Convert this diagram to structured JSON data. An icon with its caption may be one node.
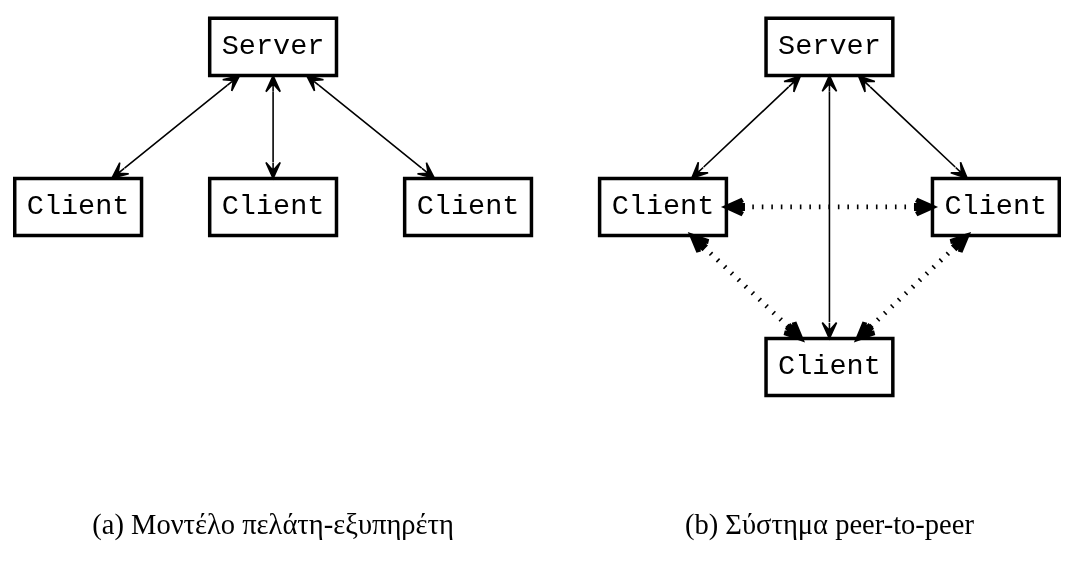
{
  "diagram": {
    "nodes": [
      {
        "text": [
          "Server"
        ]
      },
      {
        "text": [
          "Client"
        ]
      },
      {
        "text": [
          "Client"
        ]
      },
      {
        "text": [
          "Client"
        ]
      },
      {
        "text": [
          "Server"
        ]
      },
      {
        "text": [
          "Client"
        ]
      },
      {
        "text": [
          "Client"
        ]
      },
      {
        "text": [
          "Client"
        ]
      }
    ],
    "edges": [
      {
        "from": 0,
        "to": 1,
        "arrow": "both"
      },
      {
        "from": 0,
        "to": 2,
        "arrow": "both"
      },
      {
        "from": 0,
        "to": 3,
        "arrow": "both"
      },
      {
        "from": 4,
        "to": 5,
        "arrow": "both"
      },
      {
        "from": 4,
        "to": 7,
        "arrow": "both"
      },
      {
        "from": 4,
        "to": 6,
        "arrow": "both"
      },
      {
        "from": 5,
        "to": 6,
        "arrow": "both",
        "style": "dashed"
      },
      {
        "from": 5,
        "to": 7,
        "arrow": "both",
        "style": "dashed"
      },
      {
        "from": 6,
        "to": 7,
        "arrow": "both",
        "style": "dashed"
      }
    ],
    "labels": [
      "(a) Μοντέλο πελάτη-εξυπηρέτη",
      "(b) Σύστημα peer-to-peer"
    ]
  }
}
